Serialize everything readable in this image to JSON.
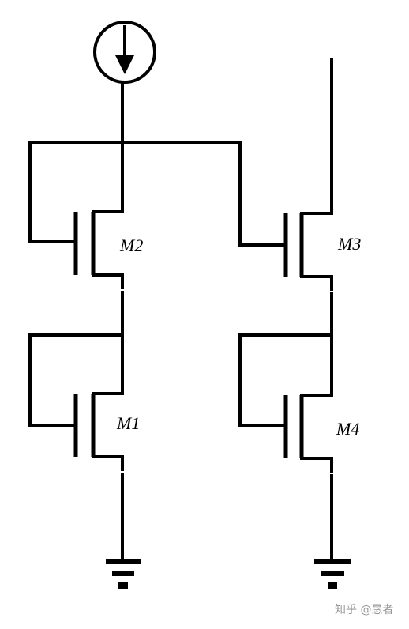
{
  "labels": {
    "m1": "M1",
    "m2": "M2",
    "m3": "M3",
    "m4": "M4"
  },
  "watermark": "知乎 @愚者",
  "colors": {
    "line": "#000000",
    "background": "#ffffff",
    "watermark": "#9a9a9a"
  }
}
